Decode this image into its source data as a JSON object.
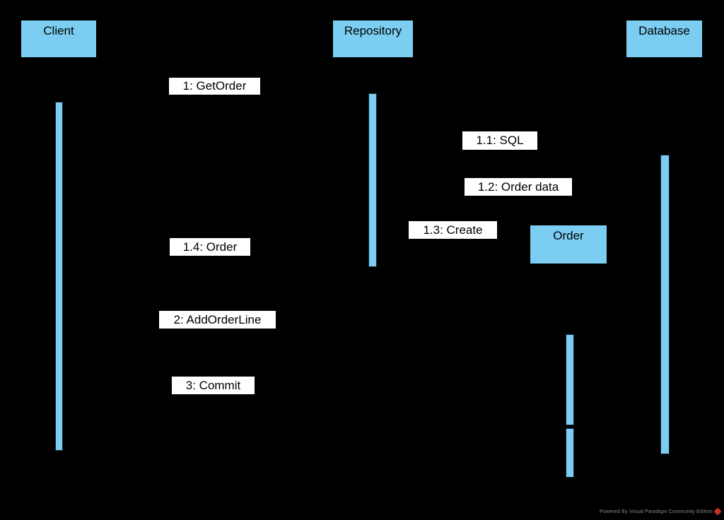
{
  "diagram_type": "uml-sequence-diagram",
  "colors": {
    "background": "#000000",
    "shape_fill": "#7BCDF2",
    "label_background": "#FFFFFF",
    "text": "#000000",
    "watermark_text": "#8C8C8C",
    "logo_red": "#C9302C"
  },
  "lifelines": [
    {
      "label": "Client"
    },
    {
      "label": "Repository"
    },
    {
      "label": "Database"
    }
  ],
  "objects": [
    {
      "label": "Order"
    }
  ],
  "messages": [
    {
      "label": "1: GetOrder",
      "from": "Client",
      "to": "Repository"
    },
    {
      "label": "1.1: SQL",
      "from": "Repository",
      "to": "Database"
    },
    {
      "label": "1.2: Order data",
      "from": "Database",
      "to": "Repository"
    },
    {
      "label": "1.3: Create",
      "from": "Repository",
      "to": "Order"
    },
    {
      "label": "1.4: Order",
      "from": "Repository",
      "to": "Client"
    },
    {
      "label": "2: AddOrderLine",
      "from": "Client",
      "to": "Order"
    },
    {
      "label": "3: Commit",
      "from": "Client",
      "to": "Order"
    }
  ],
  "watermark": {
    "text": "Powered By Visual Paradigm Community Edition",
    "logo": "vp-diamond-logo"
  }
}
